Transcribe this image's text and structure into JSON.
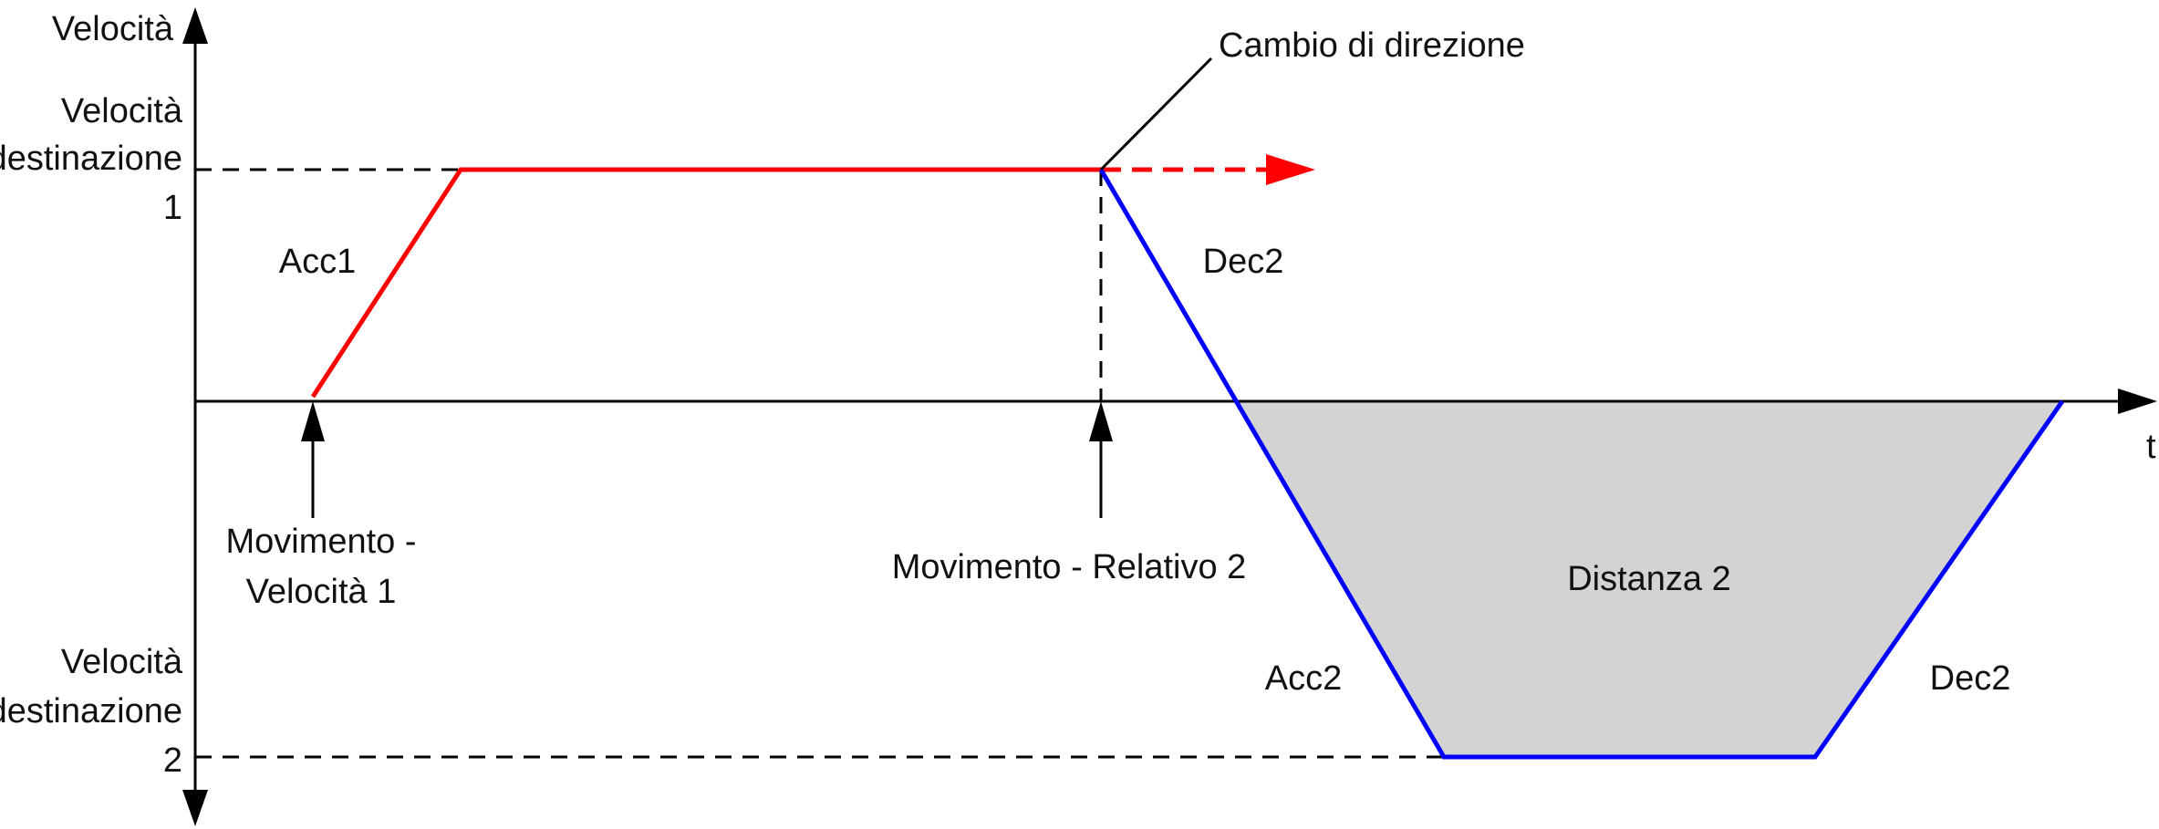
{
  "labels": {
    "y_axis": "Velocità",
    "target1_line1": "Velocità",
    "target1_line2": "destinazione",
    "target1_line3": "1",
    "target2_line1": "Velocità",
    "target2_line2": "destinazione",
    "target2_line3": "2",
    "acc1": "Acc1",
    "dec2_upper": "Dec2",
    "acc2": "Acc2",
    "dec2_lower": "Dec2",
    "direction_change": "Cambio di direzione",
    "move_velocity_line1": "Movimento -",
    "move_velocity_line2": "Velocità 1",
    "move_relative": "Movimento - Relativo 2",
    "distance": "Distanza 2",
    "x_axis": "t"
  },
  "colors": {
    "axes": "#000000",
    "first_move": "#ff0000",
    "second_move": "#0000ff",
    "distance_fill": "#d3d3d3",
    "guides": "#000000"
  }
}
